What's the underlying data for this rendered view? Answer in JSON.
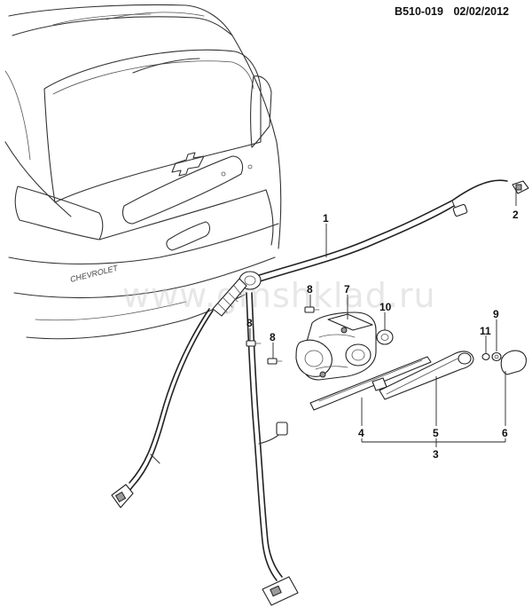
{
  "header": {
    "diagram_code": "B510-019",
    "date": "02/02/2012"
  },
  "watermark": "www.gmshklad.ru",
  "callouts": {
    "c1": "1",
    "c2": "2",
    "c3": "3",
    "c4": "4",
    "c5": "5",
    "c6": "6",
    "c7": "7",
    "c8a": "8",
    "c8b": "8",
    "c8c": "8",
    "c9": "9",
    "c10": "10",
    "c11": "11"
  },
  "emblem_text": "CHEVROLET"
}
